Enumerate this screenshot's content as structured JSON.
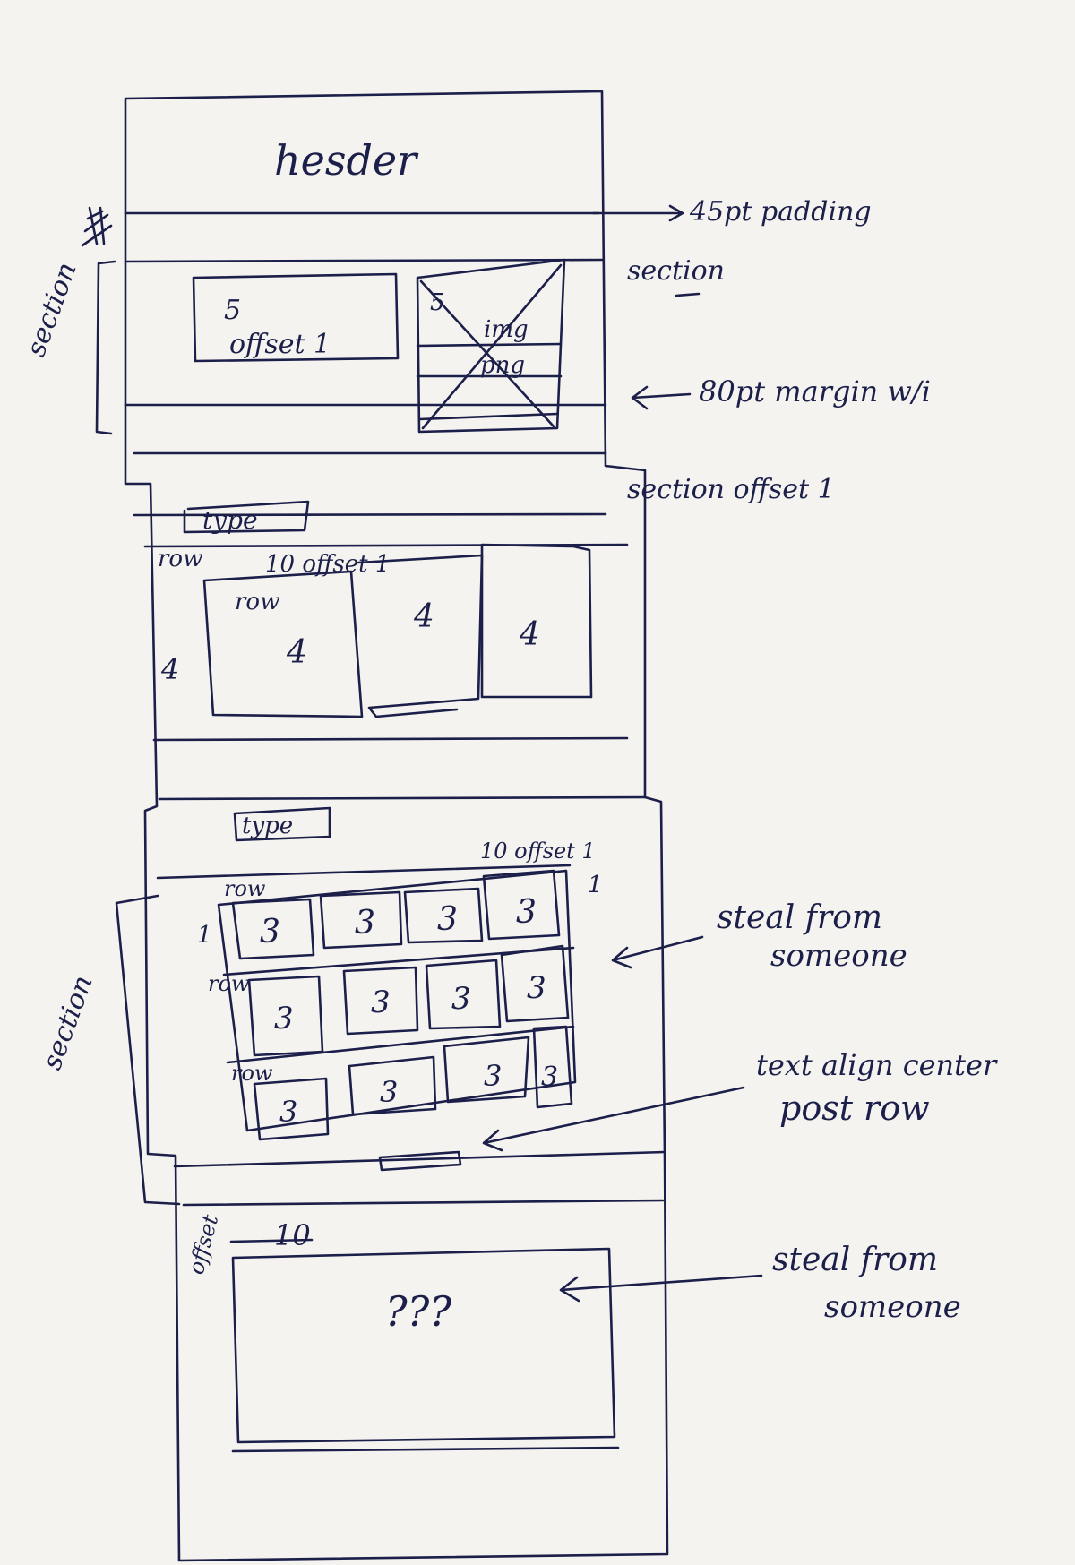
{
  "labels": {
    "header": "hesder",
    "note_padding": "45pt padding",
    "note_section_top": "section",
    "note_margin": "80pt margin w/i",
    "note_section_offset": "section offset 1",
    "left_section_top": "section",
    "left_section_bottom": "section",
    "block_5_num": "5",
    "block_5_text": "offset 1",
    "img_num": "5",
    "img_line1": "img",
    "img_line2": "png",
    "type_1": "type",
    "row_outer": "row",
    "offset_10_top": "10 offset 1",
    "row_inner": "row",
    "col_a": "4",
    "col_b": "4",
    "col_c": "4",
    "left_4": "4",
    "type_2": "type",
    "offset_10_mid": "10 offset 1",
    "num_1_right": "1",
    "num_1_left": "1",
    "grid_row_1": "row",
    "grid_row_2": "row",
    "grid_row_3": "row",
    "grid_cells": [
      "3",
      "3",
      "3",
      "3",
      "3",
      "3",
      "3",
      "3",
      "3",
      "3",
      "3",
      "3"
    ],
    "note_steal_1_l1": "steal from",
    "note_steal_1_l2": "someone",
    "note_text_align_l1": "text align center",
    "note_text_align_l2": "post row",
    "offset_bottom": "offset",
    "offset_bottom_num": "10",
    "question": "???",
    "note_steal_2_l1": "steal from",
    "note_steal_2_l2": "someone"
  }
}
